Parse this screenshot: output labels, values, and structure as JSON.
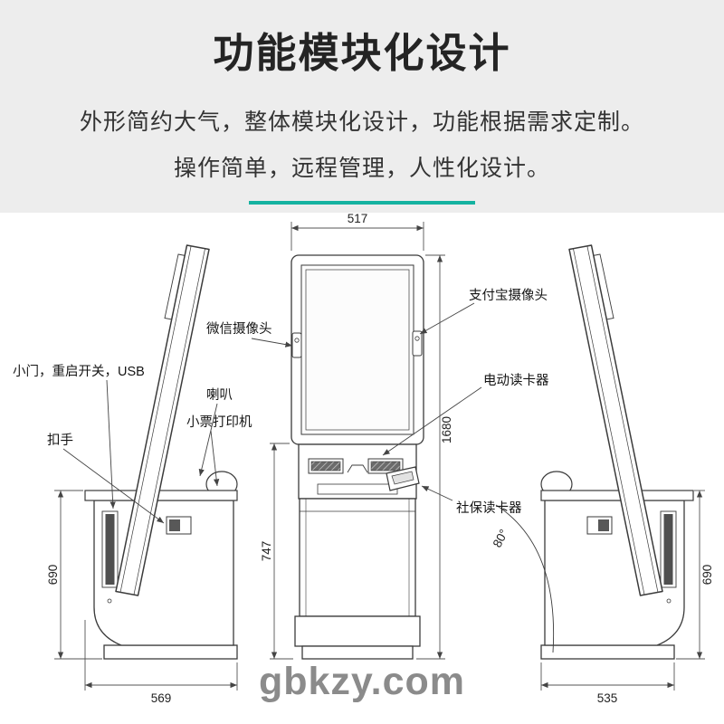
{
  "header": {
    "title": "功能模块化设计",
    "subtitle_line1": "外形简约大气，整体模块化设计，功能根据需求定制。",
    "subtitle_line2": "操作简单，远程管理，人性化设计。"
  },
  "colors": {
    "accent": "#15b2a0",
    "line": "#3b3b3b",
    "header_background": "#ededed",
    "diagram_background": "#ffffff"
  },
  "diagram": {
    "labels": {
      "wechat_camera": "微信摄像头",
      "alipay_camera": "支付宝摄像头",
      "door_restart_usb": "小门，重启开关，USB",
      "speaker": "喇叭",
      "receipt_printer": "小票打印机",
      "motor_card_reader": "电动读卡器",
      "pull_handle": "扣手",
      "social_security_reader": "社保读卡器"
    },
    "dimensions": {
      "front_width": "517",
      "total_height": "1680",
      "body_height": "747",
      "side_height_left": "690",
      "side_height_right": "690",
      "base_width_left": "569",
      "base_width_right": "535",
      "tilt_angle": "80°"
    },
    "watermark": "gbkzy.com"
  }
}
